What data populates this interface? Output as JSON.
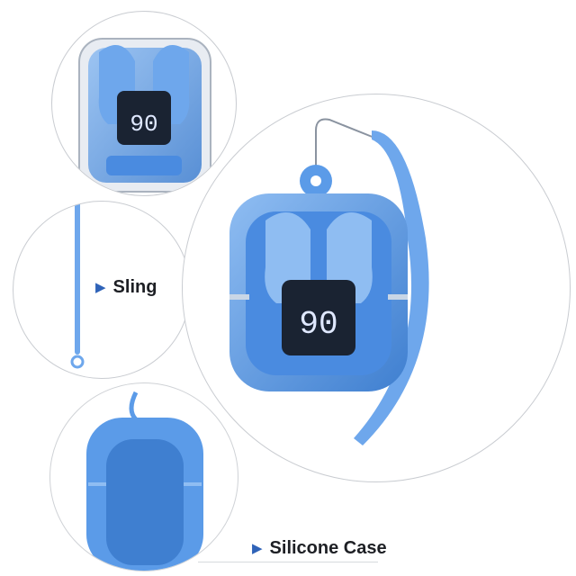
{
  "labels": {
    "sling": "Sling",
    "silicone_case": "Silicone Case"
  },
  "display": {
    "battery_value": "90"
  },
  "colors": {
    "case_blue": "#5b9be8",
    "case_blue_light": "#8fbdf2",
    "case_blue_dark": "#3f7fd0",
    "accent_triangle": "#2f63b8",
    "circle_border": "#c9ccd1",
    "screen": "#1a2332"
  },
  "icons": {
    "triangle": "right-pointing-triangle-icon"
  }
}
